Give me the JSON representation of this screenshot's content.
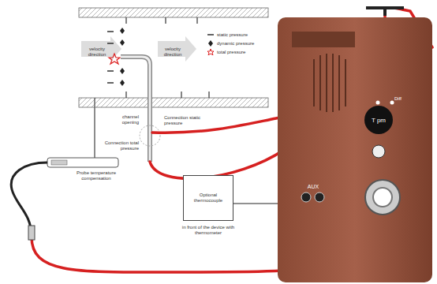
{
  "diagram": {
    "nodes": [
      {
        "text": [
          "Optional thermocouple"
        ]
      }
    ],
    "labels": [
      "velocity direction",
      "velocity direction",
      "channel opening",
      "Connection static pressure",
      "Connection total pressure",
      "Probe temperature compensation",
      "in front of the device with thermometer",
      "Diff",
      "T pm",
      "AUX"
    ],
    "legend": [
      {
        "text": "static pressure"
      },
      {
        "text": "dynamic pressure"
      },
      {
        "text": "total pressure"
      }
    ]
  }
}
